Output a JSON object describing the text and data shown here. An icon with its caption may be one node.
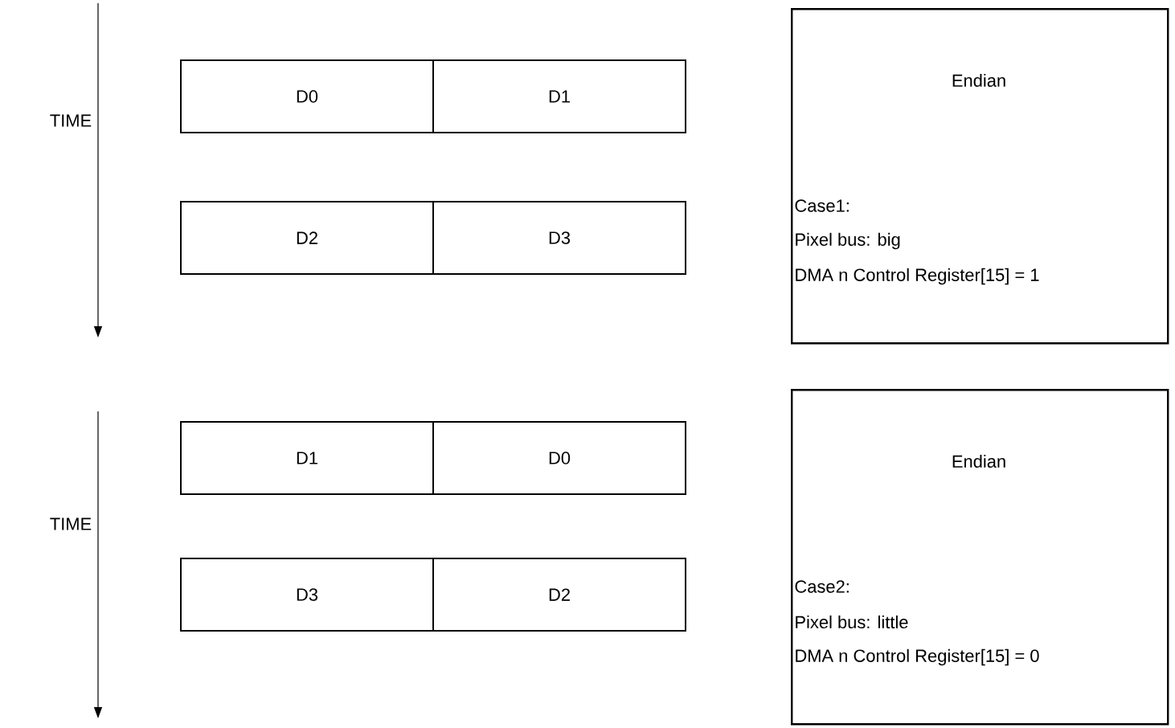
{
  "diagram": {
    "nodes": [
      {
        "text": [
          "D0"
        ]
      },
      {
        "text": [
          "D1"
        ]
      },
      {
        "text": [
          "D2"
        ]
      },
      {
        "text": [
          "D3"
        ]
      },
      {
        "text": [
          "D1"
        ]
      },
      {
        "text": [
          "D0"
        ]
      },
      {
        "text": [
          "D3"
        ]
      },
      {
        "text": [
          "D2"
        ]
      },
      {
        "text": [
          "Endian",
          "Case1:",
          "Pixel bus: big",
          "DMA n Control Register[15] = 1"
        ]
      },
      {
        "text": [
          "Endian",
          "Case2:",
          "Pixel bus: little",
          "DMA n Control Register[15] = 0"
        ]
      }
    ],
    "labels": [
      "TIME",
      "TIME"
    ]
  }
}
